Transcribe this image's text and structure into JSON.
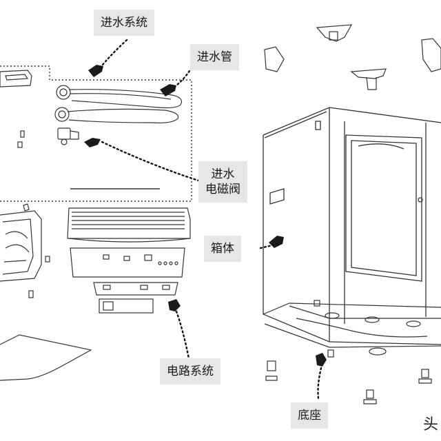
{
  "diagram": {
    "labels": {
      "water_inlet_system": "进水系统",
      "water_inlet_pipe": "进水管",
      "inlet_valve_line1": "进水",
      "inlet_valve_line2": "电磁阀",
      "cabinet": "箱体",
      "circuit_system": "电路系统",
      "base": "底座"
    },
    "watermark": "头"
  }
}
